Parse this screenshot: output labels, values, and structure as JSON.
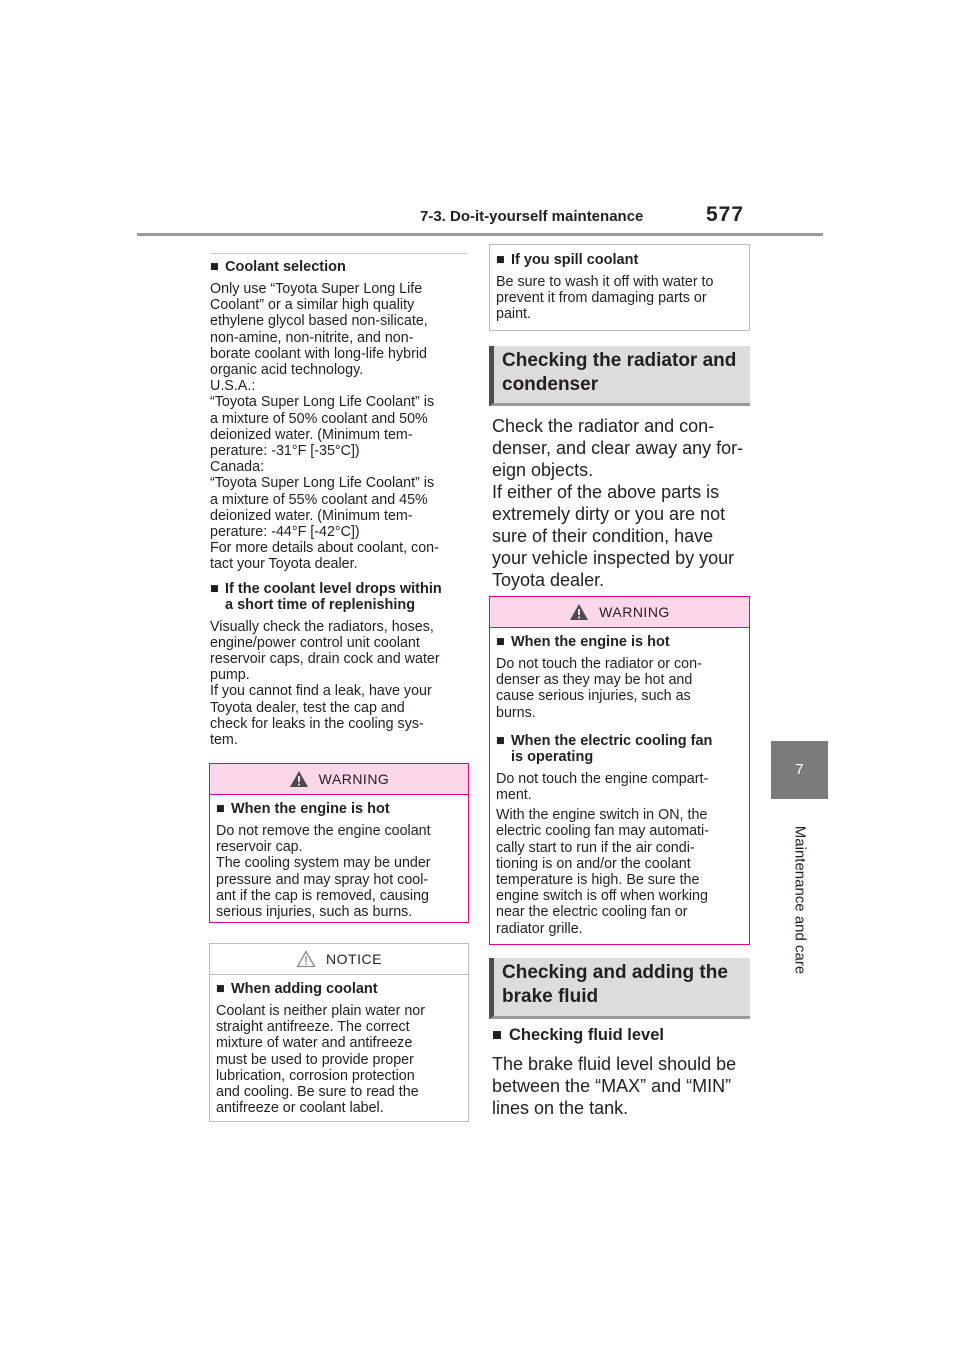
{
  "header": {
    "section_title": "7-3. Do-it-yourself maintenance",
    "page_number": "577"
  },
  "side_tab": {
    "chapter_number": "7",
    "chapter_title": "Maintenance and care"
  },
  "left_column": {
    "coolant_selection": {
      "marker": "■",
      "heading": "Coolant selection",
      "body": "Only use “Toyota Super Long Life\nCoolant” or a similar high quality\nethylene glycol based non-silicate,\nnon-amine, non-nitrite, and non-\nborate coolant with long-life hybrid\norganic acid technology.\nU.S.A.:\n“Toyota Super Long Life Coolant” is\na mixture of 50% coolant and 50%\ndeionized water. (Minimum tem-\nperature: -31°F [-35°C])\nCanada:\n“Toyota Super Long Life Coolant” is\na mixture of 55% coolant and 45%\ndeionized water. (Minimum tem-\nperature: -44°F [-42°C])\nFor more details about coolant, con-\ntact your Toyota dealer."
    },
    "level_drops": {
      "marker": "■",
      "heading": "If the coolant level drops within\na short time of replenishing",
      "body": "Visually check the radiators, hoses,\nengine/power control unit coolant\nreservoir caps, drain cock and water\npump.\nIf you cannot find a leak, have your\nToyota dealer, test the cap and\ncheck for leaks in the cooling sys-\ntem."
    },
    "warning_box": {
      "title": "WARNING",
      "icon": "warning-triangle-icon",
      "marker": "■",
      "heading": "When the engine is hot",
      "body": "Do not remove the engine coolant\nreservoir cap.\nThe cooling system may be under\npressure and may spray hot cool-\nant if the cap is removed, causing\nserious injuries, such as burns."
    },
    "notice_box": {
      "title": "NOTICE",
      "icon": "notice-triangle-icon",
      "marker": "■",
      "heading": "When adding coolant",
      "body": "Coolant is neither plain water nor\nstraight antifreeze. The correct\nmixture of water and antifreeze\nmust be used to provide proper\nlubrication, corrosion protection\nand cooling. Be sure to read the\nantifreeze or coolant label."
    }
  },
  "right_column": {
    "spill_box": {
      "marker": "■",
      "heading": "If you spill coolant",
      "body": "Be sure to wash it off with water to\nprevent it from damaging parts or\npaint."
    },
    "radiator_section": {
      "heading": "Checking the radiator and\ncondenser",
      "body": "Check the radiator and con-\ndenser, and clear away any for-\neign objects.\nIf either of the above parts is\nextremely dirty or you are not\nsure of their condition, have\nyour vehicle inspected by your\nToyota dealer."
    },
    "warning_box": {
      "title": "WARNING",
      "icon": "warning-triangle-icon",
      "item1": {
        "marker": "■",
        "heading": "When the engine is hot",
        "body": "Do not touch the radiator or con-\ndenser as they may be hot and\ncause serious injuries, such as\nburns."
      },
      "item2": {
        "marker": "■",
        "heading": "When the electric cooling fan\nis operating",
        "body1": "Do not touch the engine compart-\nment.",
        "body2": "With the engine switch in ON, the\nelectric cooling fan may automati-\ncally start to run if the air condi-\ntioning is on and/or the coolant\ntemperature is high. Be sure the\nengine switch is off when working\nnear the electric cooling fan or\nradiator grille."
      }
    },
    "brake_section": {
      "heading": "Checking and adding the\nbrake fluid",
      "sub_marker": "■",
      "sub_heading": "Checking fluid level",
      "body": "The brake fluid level should be\nbetween the “MAX” and “MIN”\nlines on the tank."
    }
  }
}
